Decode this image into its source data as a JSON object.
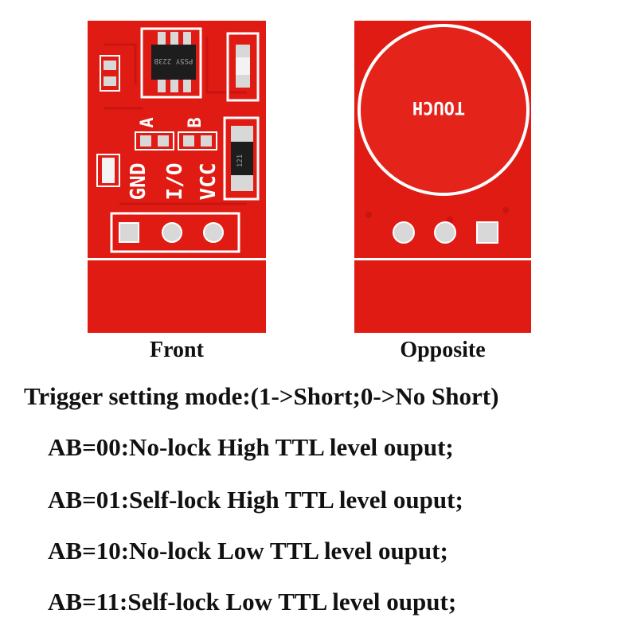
{
  "boards": {
    "front": {
      "caption": "Front",
      "silkscreen": {
        "pin_labels": [
          "GND",
          "I/O",
          "VCC"
        ],
        "jumper_labels": [
          "A",
          "B"
        ],
        "ic_marking": "PS5Y 223B",
        "resistor_marking": "121"
      }
    },
    "opposite": {
      "caption": "Opposite",
      "pad_label": "TOUCH"
    }
  },
  "trigger": {
    "title": "Trigger setting mode:(1->Short;0->No Short)",
    "modes": [
      "AB=00:No-lock High TTL level ouput;",
      "AB=01:Self-lock High TTL level ouput;",
      "AB=10:No-lock Low TTL level ouput;",
      "AB=11:Self-lock Low TTL level ouput;"
    ]
  },
  "colors": {
    "pcb": "#e01b14",
    "pcb_dark": "#c81510",
    "silkscreen": "#ffffff",
    "pad": "#d8d8d8"
  }
}
